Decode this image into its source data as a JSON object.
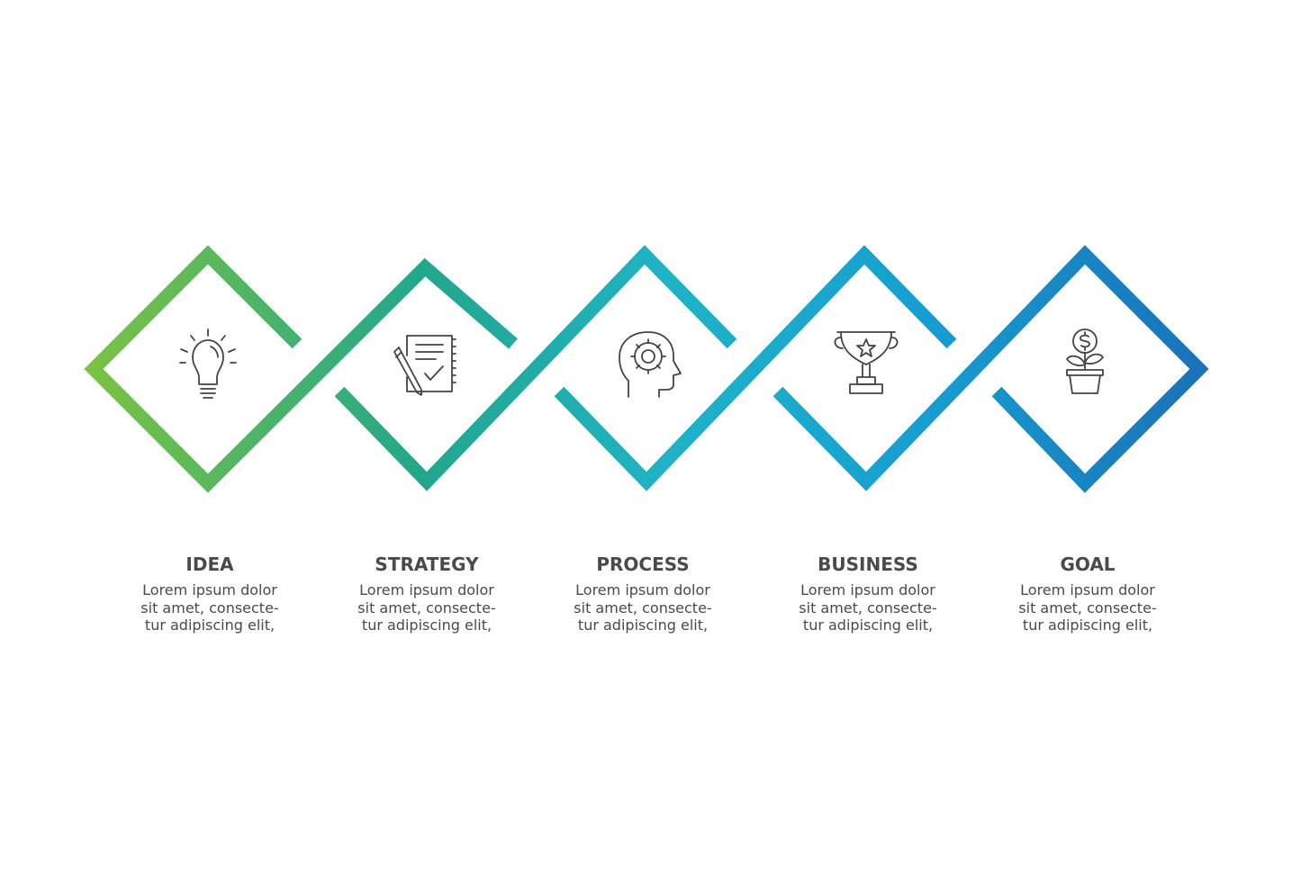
{
  "steps": [
    {
      "title": "IDEA",
      "desc_lines": [
        "Lorem ipsum dolor",
        "sit amet, consecte-",
        "tur adipiscing elit,"
      ],
      "icon": "lightbulb-icon",
      "color": "#76bf3e"
    },
    {
      "title": "STRATEGY",
      "desc_lines": [
        "Lorem ipsum dolor",
        "sit amet, consecte-",
        "tur adipiscing elit,"
      ],
      "icon": "document-checklist-icon",
      "color": "#22a78c"
    },
    {
      "title": "PROCESS",
      "desc_lines": [
        "Lorem ipsum dolor",
        "sit amet, consecte-",
        "tur adipiscing elit,"
      ],
      "icon": "head-gear-icon",
      "color": "#1fb3c7"
    },
    {
      "title": "BUSINESS",
      "desc_lines": [
        "Lorem ipsum dolor",
        "sit amet, consecte-",
        "tur adipiscing elit,"
      ],
      "icon": "trophy-icon",
      "color": "#159bd0"
    },
    {
      "title": "GOAL",
      "desc_lines": [
        "Lorem ipsum dolor",
        "sit amet, consecte-",
        "tur adipiscing elit,"
      ],
      "icon": "money-plant-icon",
      "color": "#1b7ec2"
    }
  ],
  "gradient_colors": [
    "#7cc242",
    "#22a78c",
    "#1fb3c7",
    "#169ed1",
    "#1a72b8"
  ]
}
